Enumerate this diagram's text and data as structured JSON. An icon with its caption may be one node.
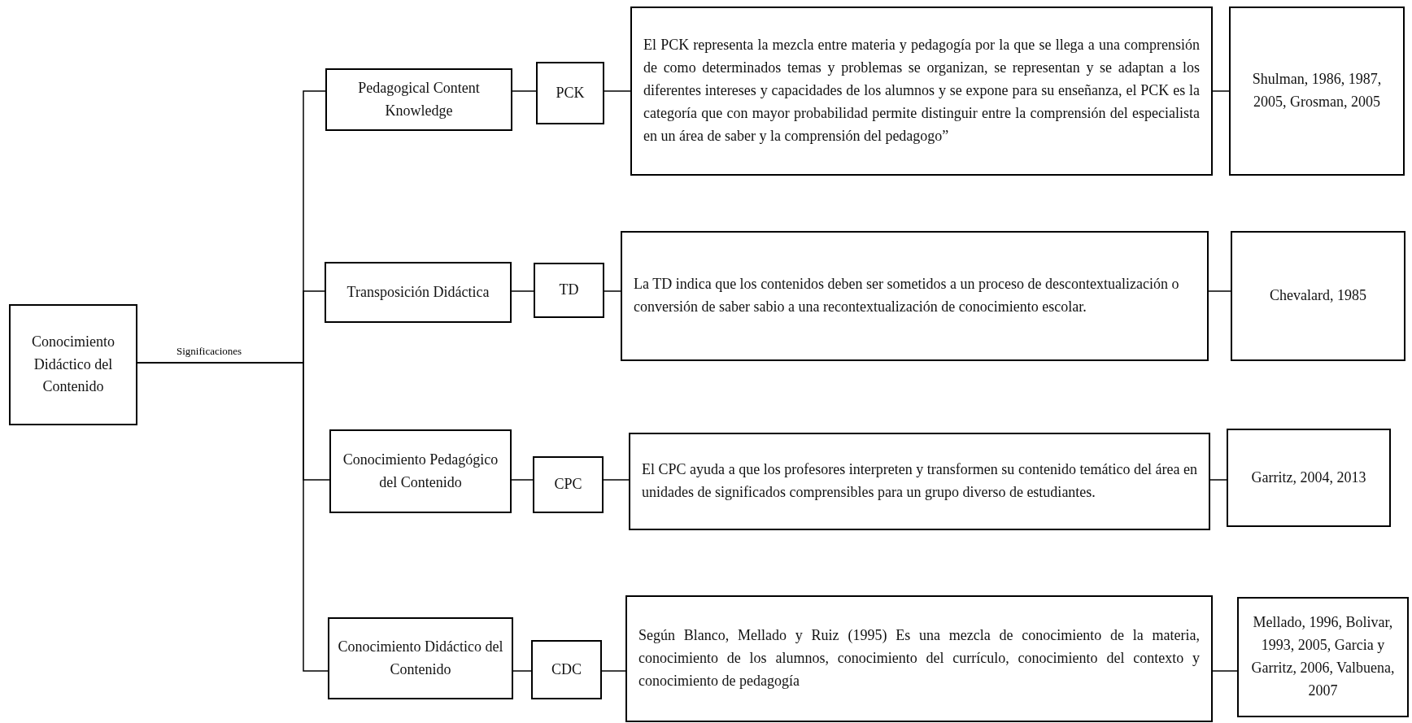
{
  "diagram": {
    "nodes": [
      {
        "text": [
          "Conocimiento Didáctico del Contenido"
        ]
      },
      {
        "text": [
          "Pedagogical Content Knowledge"
        ]
      },
      {
        "text": [
          "PCK"
        ]
      },
      {
        "text": [
          "El PCK representa la mezcla entre materia y pedagogía por la que se llega a una comprensión de como determinados temas y problemas se organizan, se representan y se adaptan a los diferentes intereses y capacidades de los alumnos y se expone para su enseñanza, el PCK es la categoría que con mayor probabilidad permite distinguir entre la comprensión del especialista en un área de saber y la comprensión del pedagogo”"
        ]
      },
      {
        "text": [
          "Shulman, 1986, 1987, 2005, Grosman, 2005"
        ]
      },
      {
        "text": [
          "Transposición Didáctica"
        ]
      },
      {
        "text": [
          "TD"
        ]
      },
      {
        "text": [
          "La TD indica que los contenidos deben ser sometidos a un proceso de descontextualización o conversión de saber sabio a una recontextualización de conocimiento escolar."
        ]
      },
      {
        "text": [
          "Chevalard, 1985"
        ]
      },
      {
        "text": [
          "Conocimiento Pedagógico del Contenido"
        ]
      },
      {
        "text": [
          "CPC"
        ]
      },
      {
        "text": [
          "El CPC ayuda a que los profesores interpreten y transformen su contenido temático del área en unidades de significados comprensibles para un grupo diverso de estudiantes."
        ]
      },
      {
        "text": [
          "Garritz, 2004, 2013"
        ]
      },
      {
        "text": [
          "Conocimiento Didáctico del Contenido"
        ]
      },
      {
        "text": [
          "CDC"
        ]
      },
      {
        "text": [
          "Según Blanco, Mellado y Ruiz (1995) Es una mezcla de conocimiento de la materia, conocimiento de los alumnos, conocimiento del currículo, conocimiento del contexto y conocimiento de pedagogía"
        ]
      },
      {
        "text": [
          "Mellado, 1996, Bolivar, 1993, 2005, Garcia y Garritz, 2006, Valbuena, 2007"
        ]
      }
    ],
    "edges": [
      {
        "from": 0,
        "to": 1,
        "arrow": "none",
        "label": "Significaciones"
      },
      {
        "from": 0,
        "to": 5,
        "arrow": "none"
      },
      {
        "from": 0,
        "to": 9,
        "arrow": "none"
      },
      {
        "from": 0,
        "to": 13,
        "arrow": "none"
      },
      {
        "from": 1,
        "to": 2,
        "arrow": "none"
      },
      {
        "from": 2,
        "to": 3,
        "arrow": "none"
      },
      {
        "from": 3,
        "to": 4,
        "arrow": "none"
      },
      {
        "from": 5,
        "to": 6,
        "arrow": "none"
      },
      {
        "from": 6,
        "to": 7,
        "arrow": "none"
      },
      {
        "from": 7,
        "to": 8,
        "arrow": "none"
      },
      {
        "from": 9,
        "to": 10,
        "arrow": "none"
      },
      {
        "from": 10,
        "to": 11,
        "arrow": "none"
      },
      {
        "from": 11,
        "to": 12,
        "arrow": "none"
      },
      {
        "from": 13,
        "to": 14,
        "arrow": "none"
      },
      {
        "from": 14,
        "to": 15,
        "arrow": "none"
      },
      {
        "from": 15,
        "to": 16,
        "arrow": "none"
      }
    ]
  }
}
